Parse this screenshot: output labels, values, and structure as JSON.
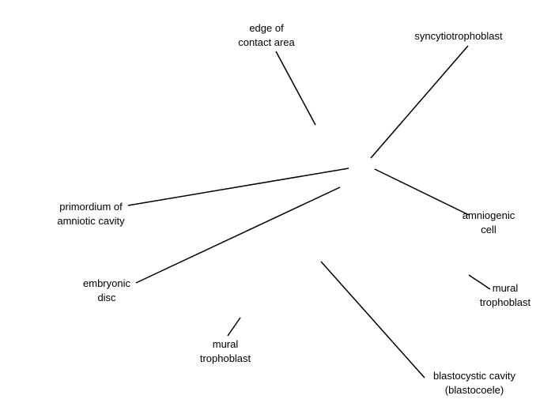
{
  "labels": {
    "edge_of_contact_area": {
      "line1": "edge of",
      "line2": "contact area"
    },
    "syncytiotrophoblast": {
      "line1": "syncytiotrophoblast"
    },
    "primordium_of_amniotic_cavity": {
      "line1": "primordium of",
      "line2": "amniotic cavity"
    },
    "amniogenic_cell": {
      "line1": "amniogenic",
      "line2": "cell"
    },
    "embryonic_disc": {
      "line1": "embryonic",
      "line2": "disc"
    },
    "mural_trophoblast_right": {
      "line1": "mural",
      "line2": "trophoblast"
    },
    "mural_trophoblast_left": {
      "line1": "mural",
      "line2": "trophoblast"
    },
    "blastocystic_cavity": {
      "line1": "blastocystic cavity",
      "line2": "(blastocoele)"
    }
  },
  "colors": {
    "line": "#000000",
    "text": "#000000",
    "background": "#ffffff"
  }
}
